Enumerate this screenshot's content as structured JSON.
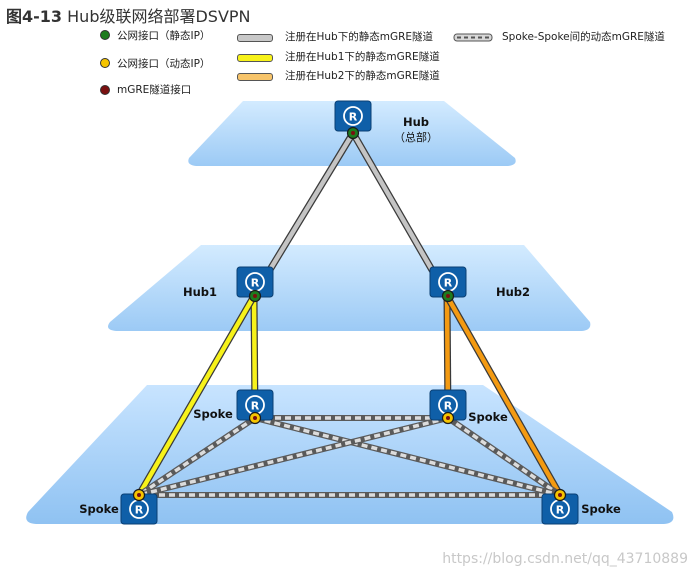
{
  "title": {
    "prefix": "图4-13",
    "text": "Hub级联网络部署DSVPN"
  },
  "legend": {
    "static_ip": "公网接口（静态IP）",
    "dynamic_ip": "公网接口（动态IP）",
    "mgre_iface": "mGRE隧道接口",
    "hub_tunnel": "注册在Hub下的静态mGRE隧道",
    "hub1_tunnel": "注册在Hub1下的静态mGRE隧道",
    "hub2_tunnel": "注册在Hub2下的静态mGRE隧道",
    "spoke_tunnel": "Spoke-Spoke间的动态mGRE隧道"
  },
  "colors": {
    "static_ip": "#1e7b1e",
    "dynamic_ip": "#f5c400",
    "mgre_iface": "#7a1010",
    "hub_tunnel": "#b0b0b0",
    "hub1_tunnel": "#f7f21a",
    "hub2_tunnel": "#f39a12",
    "router": "#0f5fa8",
    "plane": "#aad4fb"
  },
  "nodes": {
    "hub": {
      "label": "Hub",
      "sublabel": "（总部）"
    },
    "hub1": {
      "label": "Hub1"
    },
    "hub2": {
      "label": "Hub2"
    },
    "spoke_a": {
      "label": "Spoke"
    },
    "spoke_b": {
      "label": "Spoke"
    },
    "spoke_c": {
      "label": "Spoke"
    },
    "spoke_d": {
      "label": "Spoke"
    }
  },
  "watermark": "https://blog.csdn.net/qq_43710889"
}
